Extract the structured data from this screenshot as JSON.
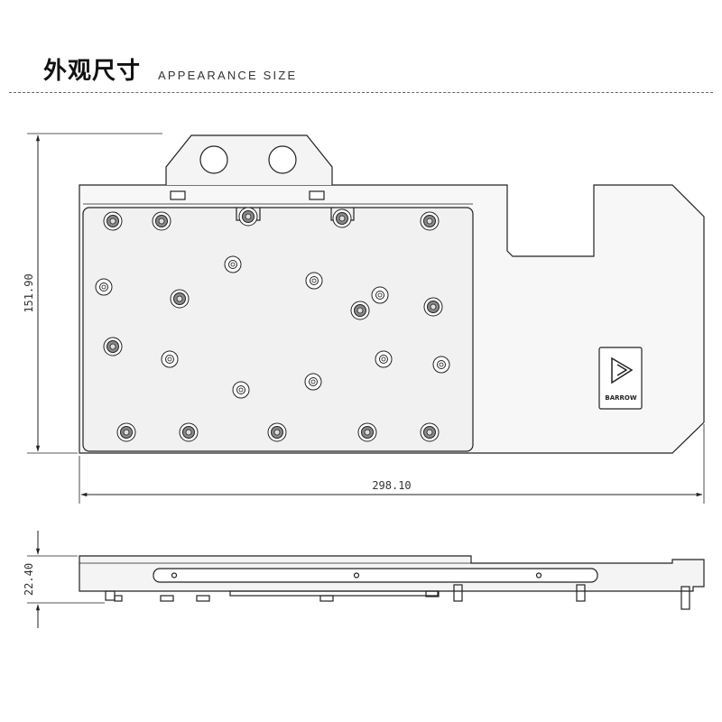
{
  "header": {
    "title_cn": "外观尺寸",
    "title_en": "APPEARANCE SIZE"
  },
  "dimensions": {
    "height": "151.90",
    "width": "298.10",
    "thickness": "22.40"
  },
  "logo": {
    "text": "BARROW",
    "icon": "barrow-logo-icon"
  },
  "colors": {
    "line": "#222222",
    "plate": "#f0f0f0",
    "text": "#333333"
  }
}
